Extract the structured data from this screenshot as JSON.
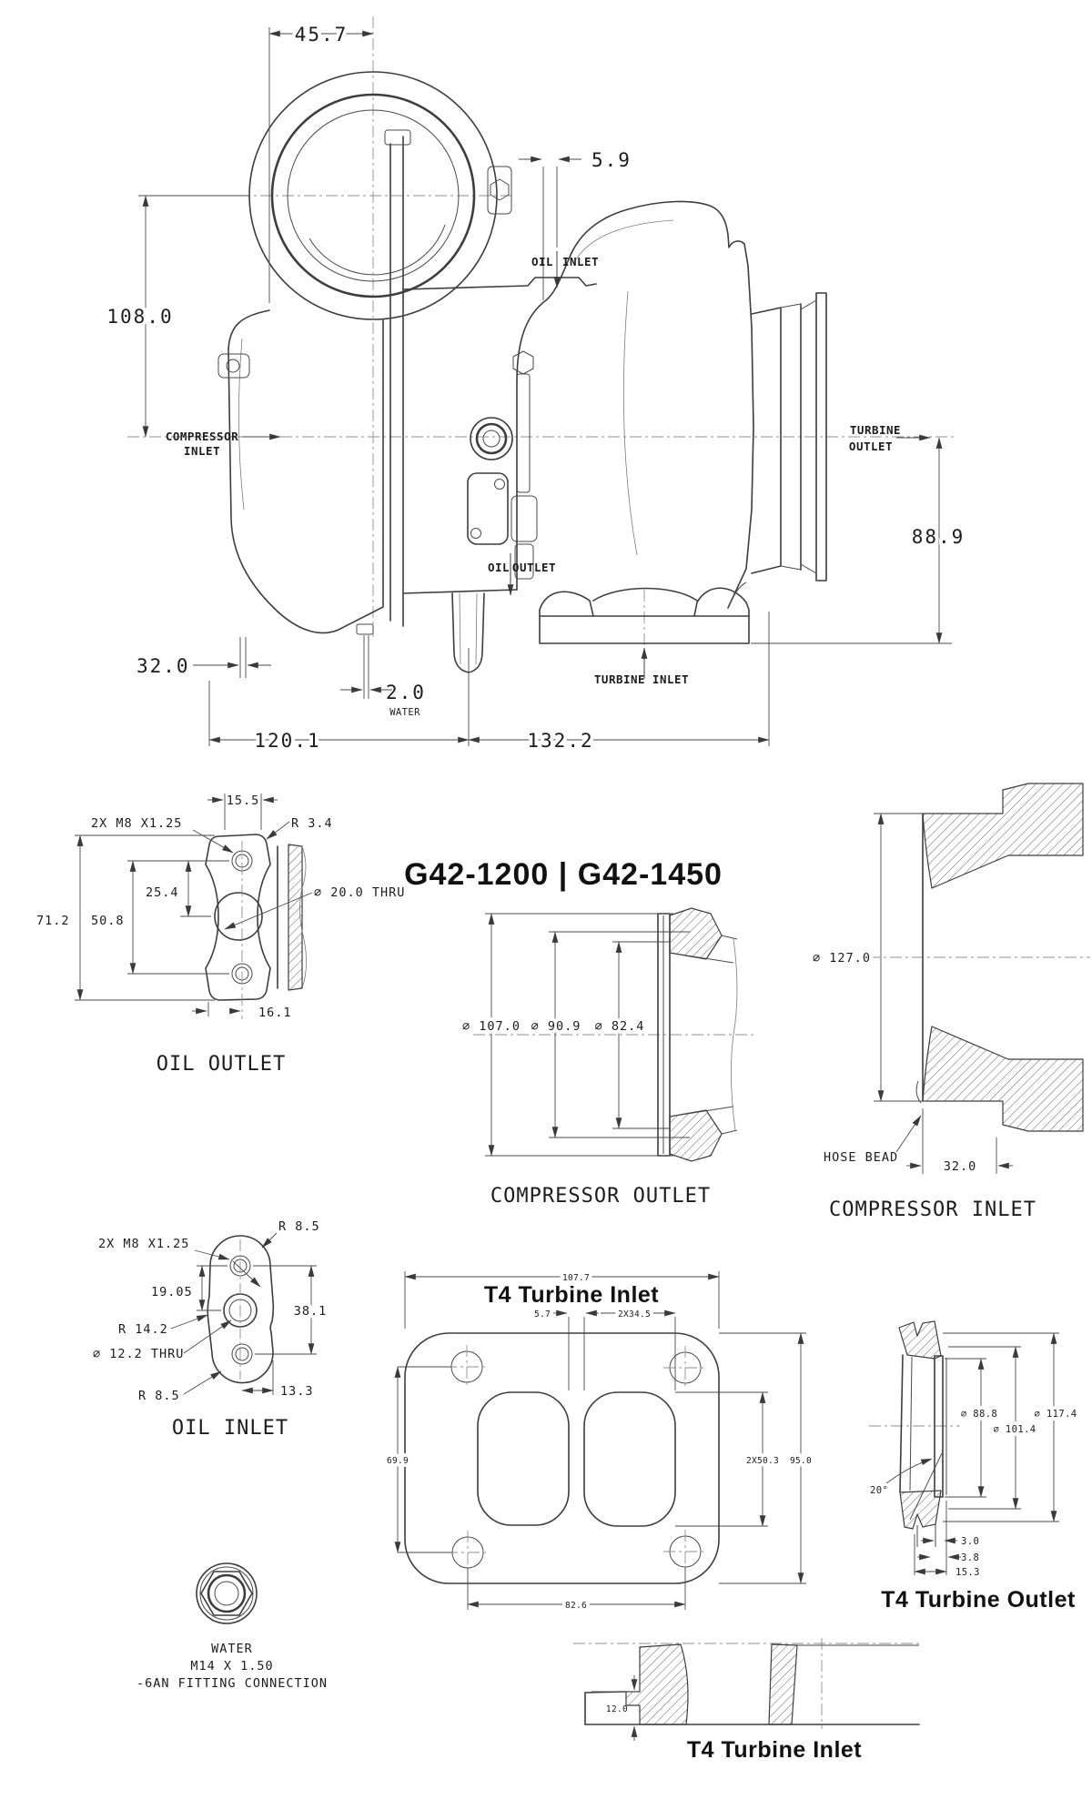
{
  "title": "G42-1200 | G42-1450",
  "main_view": {
    "dims": {
      "width_top": "45.7",
      "oil_inlet_offset": "5.9",
      "comp_inlet_height": "108.0",
      "turbine_outlet_height": "88.9",
      "comp_housing_depth": "32.0",
      "water_port_offset": "2.0",
      "water_note": "WATER",
      "comp_side_length": "120.1",
      "turbine_side_length": "132.2"
    },
    "ports": {
      "oil_inlet_1": "OIL",
      "oil_inlet_2": "INLET",
      "oil_outlet_1": "OIL",
      "oil_outlet_2": "OUTLET",
      "comp_inlet_1": "COMPRESSOR",
      "comp_inlet_2": "INLET",
      "turbine_outlet_1": "TURBINE",
      "turbine_outlet_2": "OUTLET",
      "turbine_inlet_1": "TURBINE",
      "turbine_inlet_2": "INLET"
    }
  },
  "oil_outlet": {
    "title": "OIL OUTLET",
    "bolt_offset": "15.5",
    "thread_callout": "2X M8 X1.25",
    "corner_radius": "R 3.4",
    "upper_spacing": "25.4",
    "overall_height": "71.2",
    "bolt_spacing": "50.8",
    "bore": "⌀ 20.0 THRU",
    "lower_offset": "16.1"
  },
  "compressor_outlet": {
    "title": "COMPRESSOR OUTLET",
    "od": "⌀ 107.0",
    "bead_od": "⌀ 90.9",
    "id": "⌀ 82.4"
  },
  "compressor_inlet": {
    "title": "COMPRESSOR INLET",
    "od": "⌀ 127.0",
    "hose_bead": "HOSE BEAD",
    "depth": "32.0"
  },
  "oil_inlet": {
    "title": "OIL INLET",
    "top_radius": "R 8.5",
    "thread_callout": "2X M8 X1.25",
    "upper_spacing": "19.05",
    "bolt_spacing": "38.1",
    "mid_radius": "R 14.2",
    "bore": "⌀ 12.2 THRU",
    "bottom_radius": "R 8.5",
    "lower_offset": "13.3"
  },
  "t4_inlet": {
    "title": "T4 Turbine Inlet",
    "overall_width": "107.7",
    "port_gap": "5.7",
    "port_width": "2X34.5",
    "bolt_vertical": "69.9",
    "port_height": "2X50.3",
    "overall_height": "95.0",
    "bolt_horizontal": "82.6"
  },
  "t4_outlet": {
    "title": "T4 Turbine Outlet",
    "id": "⌀ 88.8",
    "pilot_od": "⌀ 101.4",
    "od": "⌀ 117.4",
    "taper_angle": "20°",
    "lip_a": "3.0",
    "lip_b": "3.8",
    "flange_depth": "15.3"
  },
  "t4_inlet_profile": {
    "title": "T4 Turbine Inlet",
    "flange_thickness": "12.0"
  },
  "water_port": {
    "line1": "WATER",
    "line2": "M14 X 1.50",
    "line3": "-6AN FITTING CONNECTION"
  }
}
